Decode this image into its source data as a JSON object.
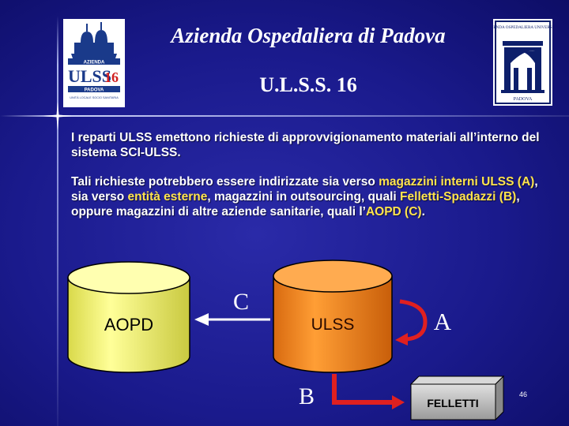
{
  "header": {
    "title": "Azienda Ospedaliera di Padova",
    "subtitle": "U.L.S.S. 16"
  },
  "logos": {
    "left": {
      "line1": "AZIENDA",
      "mark": "ULSS",
      "mark_number": "16",
      "line2": "PADOVA",
      "line3": "UNITÀ LOCALE SOCIO SANITARIA"
    },
    "right": {
      "top_text": "AZIENDA OSPEDALIERA UNIVERSITÀ",
      "bottom_text": "PADOVA"
    }
  },
  "body": {
    "p1": "I reparti ULSS emettono richieste di approvvigionamento materiali all’interno del sistema SCI-ULSS.",
    "p2_a": "Tali richieste potrebbero essere indirizzate sia verso ",
    "p2_b": "magazzini interni ULSS (A)",
    "p2_c": ", sia verso ",
    "p2_d": "entità esterne",
    "p2_e": ", magazzini in outsourcing, quali ",
    "p2_f": "Felletti-Spadazzi (B)",
    "p2_g": ", oppure magazzini di altre aziende sanitarie, quali l’",
    "p2_h": "AOPD (C)",
    "p2_i": "."
  },
  "diagram": {
    "aopd_label": "AOPD",
    "ulss_label": "ULSS",
    "felletti_label": "FELLETTI",
    "label_a": "A",
    "label_b": "B",
    "label_c": "C",
    "colors": {
      "aopd": "#ffff99",
      "ulss": "#ff9a2e",
      "felletti": "#ffffff",
      "arrow_red": "#e02020",
      "arrow_white": "#ffffff"
    }
  },
  "page_number": "46"
}
